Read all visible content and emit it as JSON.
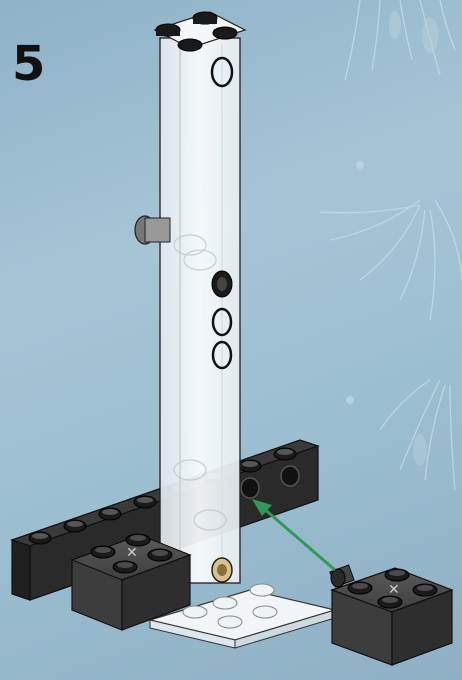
{
  "instruction_step": {
    "number": "5"
  },
  "colors": {
    "background": "#9dbfd2",
    "dark_brick": "#4a4a4a",
    "black_stud": "#1a1a1a",
    "transparent_pillar": "#f4f7f9",
    "arrow": "#2e9a55"
  },
  "parts": [
    {
      "name": "transparent-pillar"
    },
    {
      "name": "transparent-base-plate"
    },
    {
      "name": "black-technic-brick-1x8"
    },
    {
      "name": "dark-gray-brick-2x2-left"
    },
    {
      "name": "dark-gray-brick-2x2-with-pin"
    }
  ]
}
